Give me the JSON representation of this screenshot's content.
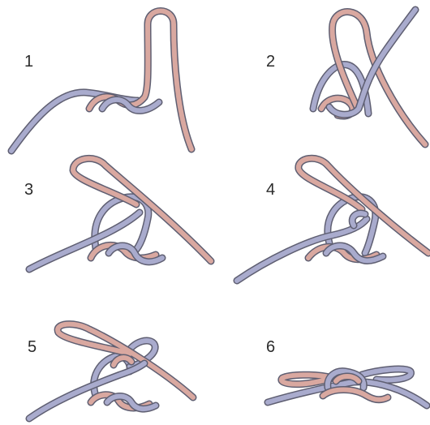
{
  "steps": [
    {
      "label": "1"
    },
    {
      "label": "2"
    },
    {
      "label": "3"
    },
    {
      "label": "4"
    },
    {
      "label": "5"
    },
    {
      "label": "6"
    }
  ],
  "colors": {
    "blue_rope": "#a9abcd",
    "pink_rope": "#d9a8a0",
    "rope_outline": "#5f5f72",
    "number_text": "#2b2b2b",
    "background": "#ffffff"
  }
}
